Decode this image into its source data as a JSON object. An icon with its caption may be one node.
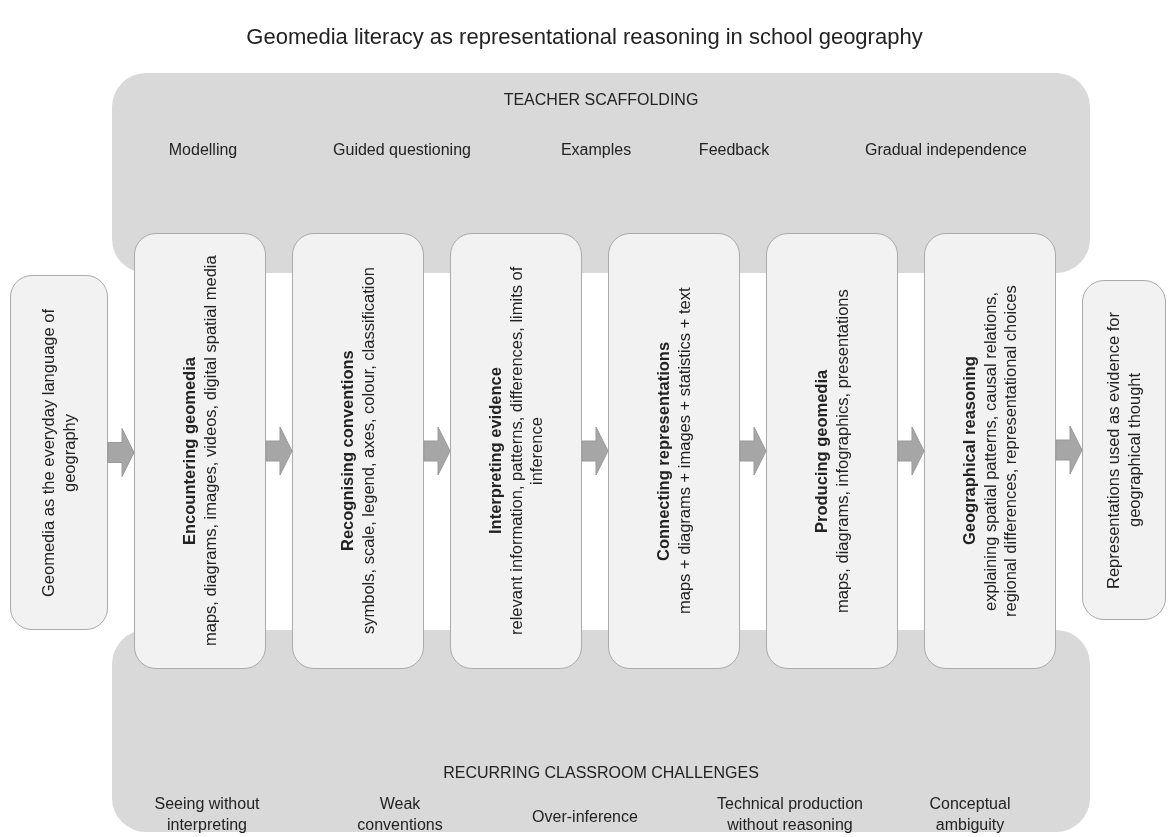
{
  "diagram": {
    "title": "Geomedia literacy as representational reasoning in school geography",
    "nodes": [
      {
        "text": [
          "TEACHER SCAFFOLDING",
          "Modelling",
          "Guided questioning",
          "Examples",
          "Feedback",
          "Gradual independence"
        ]
      },
      {
        "text": [
          "Geomedia as the everyday language of geography"
        ]
      },
      {
        "text": [
          "Encountering geomedia",
          "maps, diagrams, images, videos, digital spatial media"
        ]
      },
      {
        "text": [
          "Recognising conventions",
          "symbols, scale, legend, axes, colour, classification"
        ]
      },
      {
        "text": [
          "Interpreting evidence",
          "relevant information, patterns, differences, limits of inference"
        ]
      },
      {
        "text": [
          "Connecting representations",
          "maps + diagrams + images + statistics + text"
        ]
      },
      {
        "text": [
          "Producing geomedia",
          "maps, diagrams, infographics, presentations"
        ]
      },
      {
        "text": [
          "Geographical reasoning",
          "explaining spatial patterns, causal relations, regional differences, representational choices"
        ]
      },
      {
        "text": [
          "Representations used as evidence for geographical thought"
        ]
      },
      {
        "text": [
          "RECURRING CLASSROOM CHALLENGES",
          "Seeing without interpreting",
          "Weak conventions",
          "Over-inference",
          "Technical production without reasoning",
          "Conceptual ambiguity"
        ]
      }
    ],
    "edges": [
      {
        "from": 1,
        "to": 2,
        "arrow": "to"
      },
      {
        "from": 2,
        "to": 3,
        "arrow": "to"
      },
      {
        "from": 3,
        "to": 4,
        "arrow": "to"
      },
      {
        "from": 4,
        "to": 5,
        "arrow": "to"
      },
      {
        "from": 5,
        "to": 6,
        "arrow": "to"
      },
      {
        "from": 6,
        "to": 7,
        "arrow": "to"
      },
      {
        "from": 7,
        "to": 8,
        "arrow": "to"
      }
    ]
  }
}
